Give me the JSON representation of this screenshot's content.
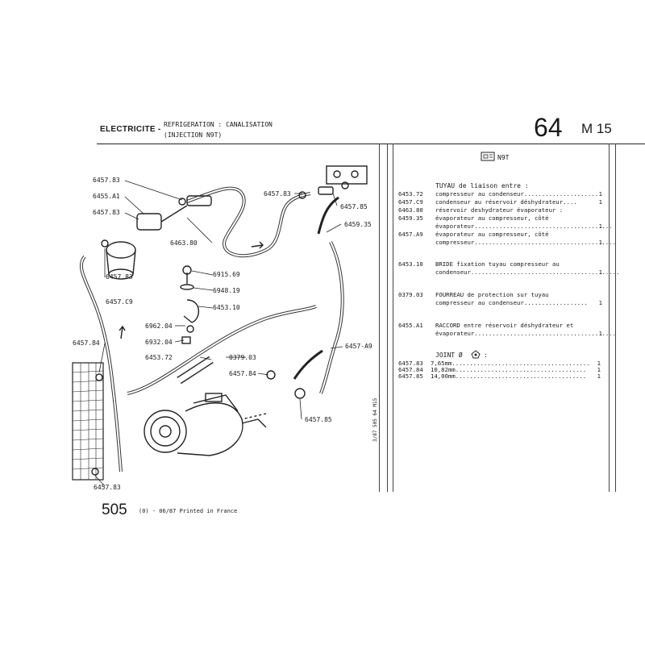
{
  "header": {
    "section": "ELECTRICITE -",
    "subtitle_line1": "REFRIGERATION : CANALISATION",
    "subtitle_line2": "(INJECTION N9T)",
    "page_number": "64",
    "page_code": "M 15"
  },
  "diagram": {
    "callouts": [
      "6457.83",
      "6455.A1",
      "6457.83",
      "6463.80",
      "6457.83",
      "6457.C9",
      "6915.69",
      "6948.19",
      "6453.10",
      "6962.04",
      "6932.04",
      "6453.72",
      "0379.03",
      "6457.84",
      "6457.84",
      "6457.85",
      "6457.83",
      "6457.83",
      "6457.85",
      "6459.35",
      "6457-A9"
    ]
  },
  "parts_table": {
    "variant_label": "N9T",
    "sections": [
      {
        "title": "TUYAU de liaison entre :",
        "rows": [
          {
            "ref": "6453.72",
            "desc": "compresseur au condenseur.....................",
            "qty": "1"
          },
          {
            "ref": "6457.C9",
            "desc": "condenseur au réservoir déshydrateur....",
            "qty": "1"
          },
          {
            "ref": "6463.80",
            "desc": "réservoir deshydrateur évaporateur :",
            "qty": ""
          },
          {
            "ref": "6459.35",
            "desc": "évaporateur au compresseur, côté",
            "qty": ""
          },
          {
            "ref": "",
            "desc": "évaporateur.......................................",
            "qty": "1"
          },
          {
            "ref": "6457.A9",
            "desc": "évaporateur au compresseur, côté",
            "qty": ""
          },
          {
            "ref": "",
            "desc": "compresseur........................................",
            "qty": "1"
          }
        ]
      },
      {
        "title": "",
        "rows": [
          {
            "ref": "6453.10",
            "desc": "BRIDE fixation tuyau compresseur au",
            "qty": ""
          },
          {
            "ref": "",
            "desc": "condenseur..........................................",
            "qty": "1"
          }
        ]
      },
      {
        "title": "",
        "rows": [
          {
            "ref": "0379.03",
            "desc": "FOURREAU de protection sur tuyau",
            "qty": ""
          },
          {
            "ref": "",
            "desc": "compresseur au condenseur..................",
            "qty": "1"
          }
        ]
      },
      {
        "title": "",
        "rows": [
          {
            "ref": "6455.A1",
            "desc": "RACCORD entre réservoir déshydrateur et",
            "qty": ""
          },
          {
            "ref": "",
            "desc": "évaporateur........................................",
            "qty": "1"
          }
        ]
      }
    ],
    "joint_title": "JOINT Ø",
    "joints": [
      {
        "ref": "6457.83",
        "desc": "7,65mm.......................................",
        "qty": "1"
      },
      {
        "ref": "6457.84",
        "desc": "10,82mm.....................................",
        "qty": "1"
      },
      {
        "ref": "6457.85",
        "desc": "14,00mm.....................................",
        "qty": "1"
      }
    ]
  },
  "footer": {
    "page": "505",
    "text": "(0) - 06/87 Printed in France",
    "side_code": "3/87  505 64 M15"
  }
}
